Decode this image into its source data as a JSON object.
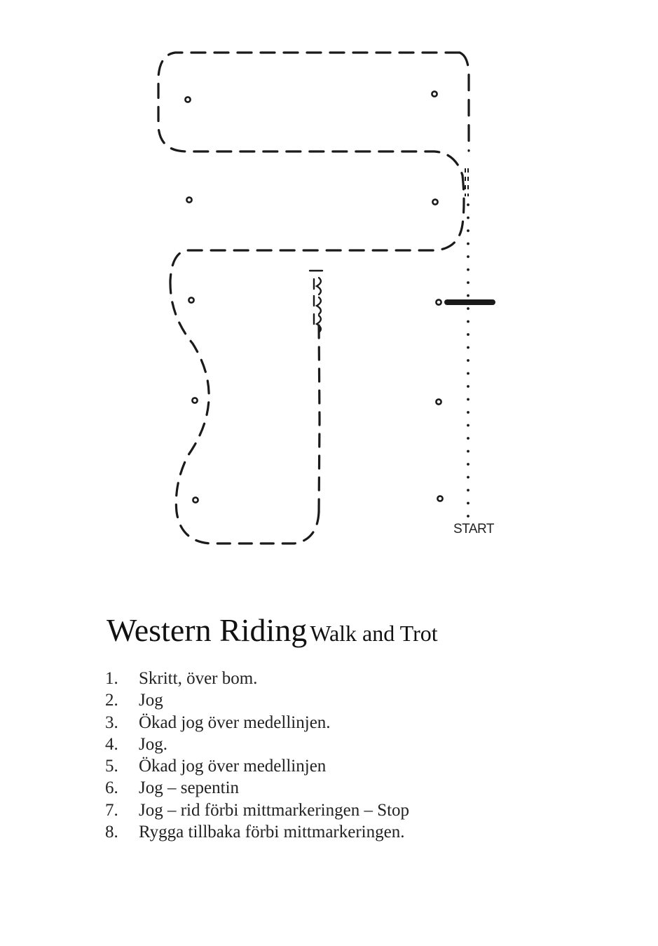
{
  "diagram": {
    "start_label": "START",
    "line_color": "#1a1a1a"
  },
  "heading": {
    "title": "Western Riding",
    "subtitle": "Walk and Trot"
  },
  "steps": [
    {
      "number": "1.",
      "text": "Skritt, över bom."
    },
    {
      "number": "2.",
      "text": "Jog"
    },
    {
      "number": "3.",
      "text": "Ökad jog över medellinjen."
    },
    {
      "number": "4.",
      "text": "Jog."
    },
    {
      "number": "5.",
      "text": "Ökad jog över medellinjen"
    },
    {
      "number": "6.",
      "text": "Jog – sepentin"
    },
    {
      "number": "7.",
      "text": "Jog – rid förbi mittmarkeringen – Stop"
    },
    {
      "number": "8.",
      "text": "Rygga tillbaka förbi mittmarkeringen."
    }
  ]
}
